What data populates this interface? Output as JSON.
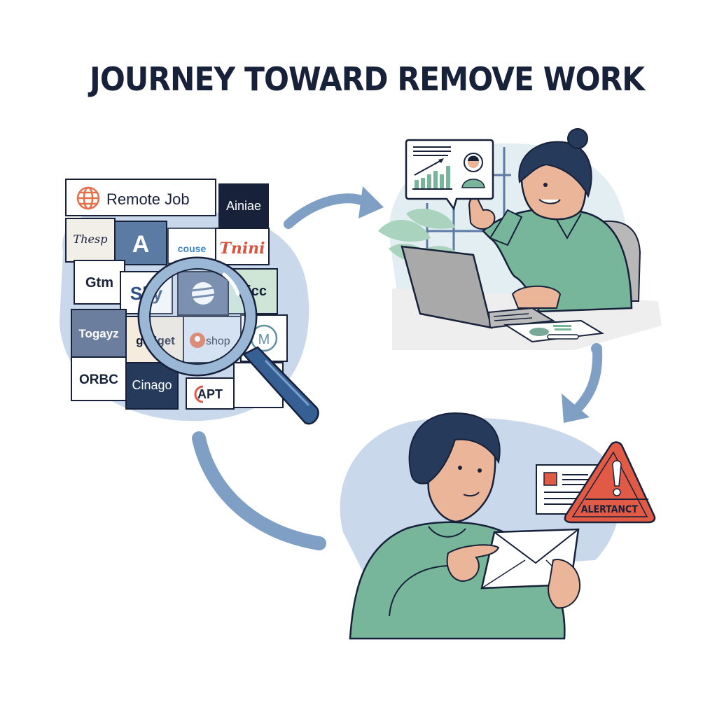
{
  "title": "JOURNEY TOWARD REMOVE WORK",
  "colors": {
    "navy": "#17213a",
    "arrow_blue": "#7f9fc4",
    "blob_blue": "#c9d8ea",
    "green_shirt": "#78b69b",
    "skin": "#eab598",
    "alert_red": "#e05a45",
    "orange": "#e2704a"
  },
  "stage1": {
    "name": "job-search",
    "cards": [
      {
        "label": "Remote Job",
        "icon": "globe-icon"
      },
      {
        "label": "Ainiae"
      },
      {
        "label": "Thesp"
      },
      {
        "label": "A"
      },
      {
        "label": "couse"
      },
      {
        "label": "Tnini"
      },
      {
        "label": "Gtm"
      },
      {
        "label": "Sky"
      },
      {
        "label": "dicc"
      },
      {
        "label": "Togayz"
      },
      {
        "label": "gadget"
      },
      {
        "label": "shop"
      },
      {
        "label": "M"
      },
      {
        "label": "ORBC"
      },
      {
        "label": "Cinago"
      },
      {
        "label": "APT"
      }
    ],
    "tool": "magnifying-glass-icon"
  },
  "stage2": {
    "name": "remote-working",
    "bubble": {
      "chart": "growth-bar-chart-icon",
      "avatar": "profile-avatar-icon"
    }
  },
  "stage3": {
    "name": "scam-alert",
    "alert_label": "ALERTANCT",
    "items": [
      "envelope-icon",
      "document-card-icon",
      "warning-triangle-icon"
    ]
  }
}
